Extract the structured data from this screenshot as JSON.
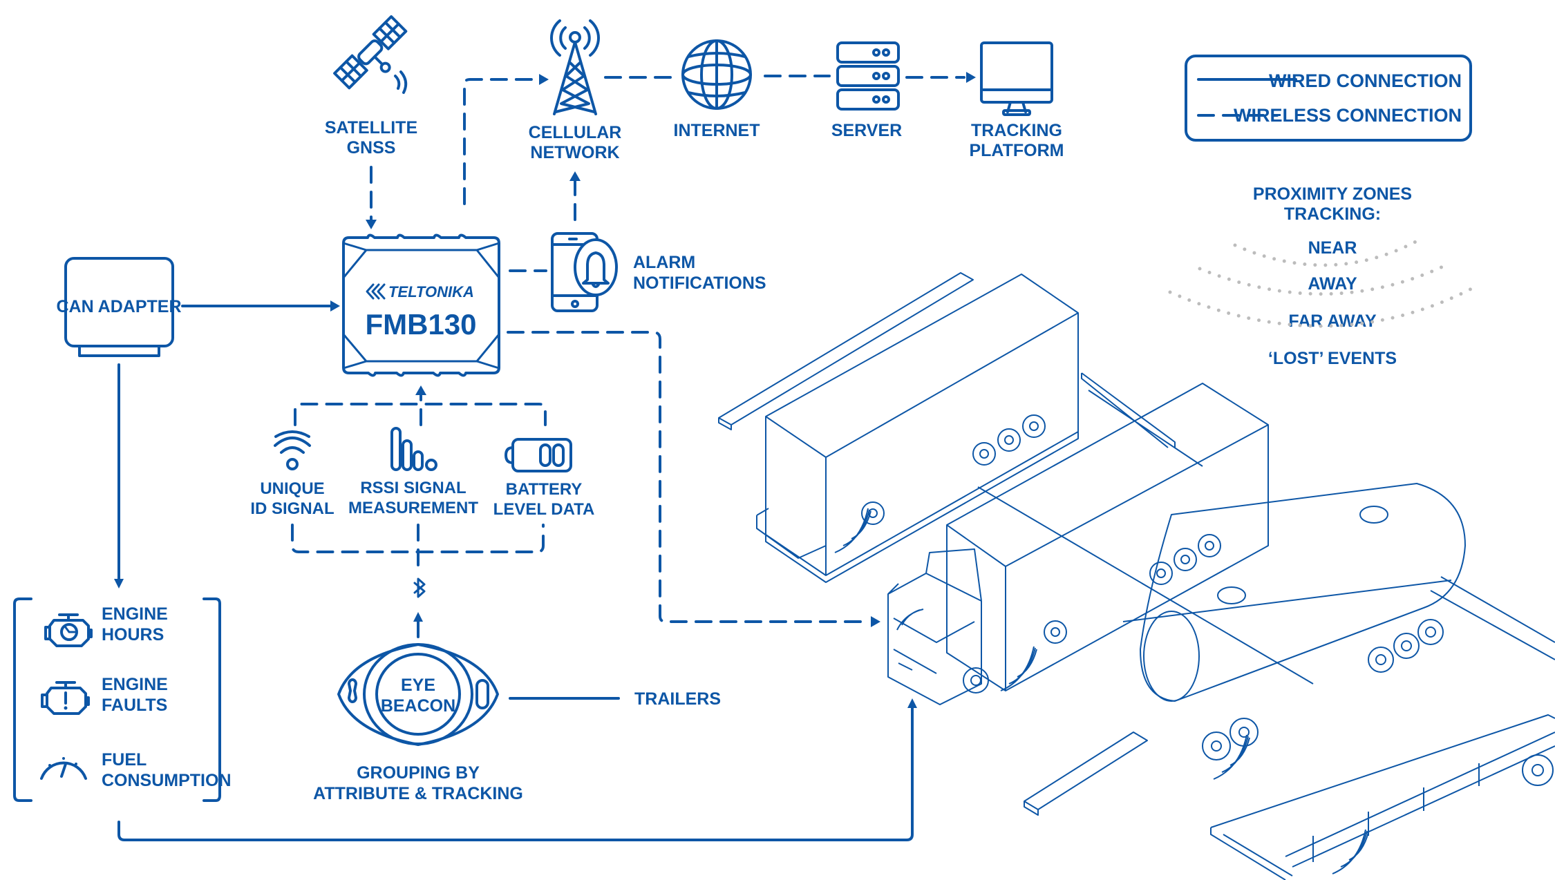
{
  "colors": {
    "accent": "#0d56a6",
    "zone_dots": "#bcbcbc",
    "background": "#ffffff"
  },
  "legend": {
    "wired": "WIRED CONNECTION",
    "wireless": "WIRELESS CONNECTION"
  },
  "top_chain": {
    "satellite": [
      "SATELLITE",
      "GNSS"
    ],
    "cellular": [
      "CELLULAR",
      "NETWORK"
    ],
    "internet": "INTERNET",
    "server": "SERVER",
    "platform": [
      "TRACKING",
      "PLATFORM"
    ]
  },
  "device": {
    "brand": "TELTONIKA",
    "model": "FMB130"
  },
  "can_adapter": "CAN ADAPTER",
  "alarm": [
    "ALARM",
    "NOTIFICATIONS"
  ],
  "beacon_data": {
    "unique": [
      "UNIQUE",
      "ID SIGNAL"
    ],
    "rssi": [
      "RSSI SIGNAL",
      "MEASUREMENT"
    ],
    "battery": [
      "BATTERY",
      "LEVEL DATA"
    ]
  },
  "beacon": {
    "name": [
      "EYE",
      "BEACON"
    ],
    "caption": [
      "GROUPING BY",
      "ATTRIBUTE & TRACKING"
    ],
    "trailers": "TRAILERS"
  },
  "can_data": [
    {
      "icon": "engine-clock-icon",
      "label": [
        "ENGINE",
        "HOURS"
      ]
    },
    {
      "icon": "engine-fault-icon",
      "label": [
        "ENGINE",
        "FAULTS"
      ]
    },
    {
      "icon": "fuel-gauge-icon",
      "label": [
        "FUEL",
        "CONSUMPTION"
      ]
    }
  ],
  "proximity": {
    "title": [
      "PROXIMITY ZONES",
      "TRACKING:"
    ],
    "zones": [
      "NEAR",
      "AWAY",
      "FAR AWAY",
      "‘LOST’ EVENTS"
    ]
  }
}
